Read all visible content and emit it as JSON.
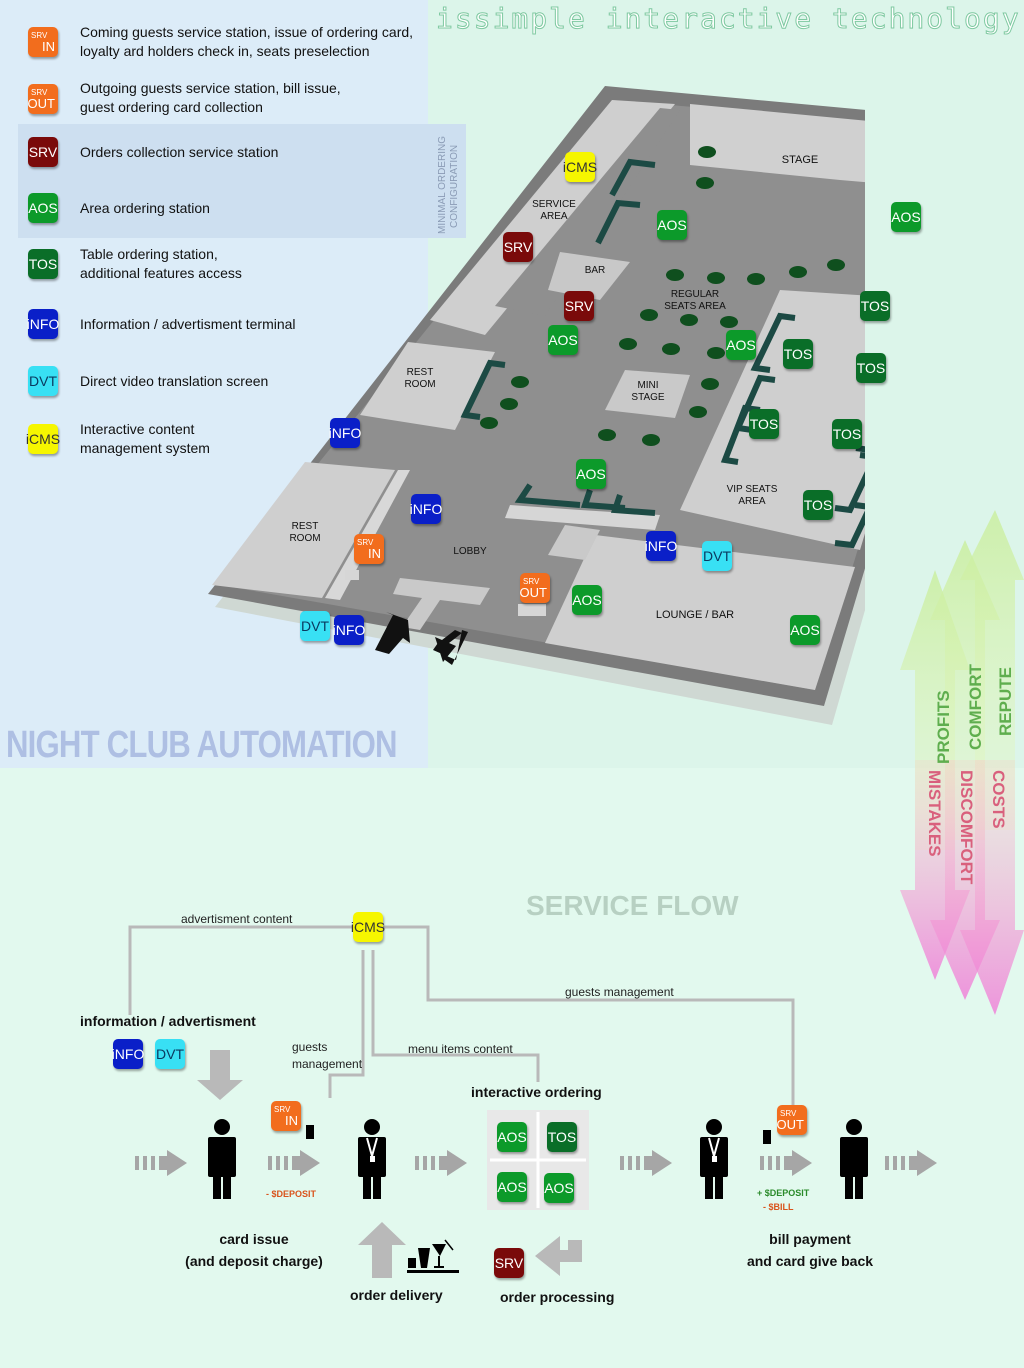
{
  "brand": "issimple interactive technology",
  "title": "NIGHT CLUB AUTOMATION",
  "config_label": [
    "MINIMAL ORDERING",
    "CONFIGURATION"
  ],
  "legend": [
    {
      "badge": "srv-in",
      "sub": "SRV",
      "main": "IN",
      "lines": [
        "Coming guests service station, issue of ordering card,",
        "loyalty ard holders check in, seats preselection"
      ]
    },
    {
      "badge": "srv-out",
      "sub": "SRV",
      "main": "OUT",
      "lines": [
        "Outgoing guests service station, bill issue,",
        "guest ordering card collection"
      ]
    },
    {
      "badge": "srv",
      "main": "SRV",
      "lines": [
        "Orders collection service station"
      ]
    },
    {
      "badge": "aos",
      "main": "AOS",
      "lines": [
        "Area ordering station"
      ]
    },
    {
      "badge": "tos",
      "main": "TOS",
      "lines": [
        "Table ordering station,",
        "additional features access"
      ]
    },
    {
      "badge": "info",
      "main": "iNFO",
      "lines": [
        "Information / advertisment terminal"
      ]
    },
    {
      "badge": "dvt",
      "main": "DVT",
      "lines": [
        "Direct video translation screen"
      ]
    },
    {
      "badge": "icms",
      "main": "iCMS",
      "lines": [
        "Interactive content",
        "management system"
      ]
    }
  ],
  "map_labels": {
    "stage": "STAGE",
    "service_area": [
      "SERVICE",
      "AREA"
    ],
    "bar": "BAR",
    "regular": [
      "REGULAR",
      "SEATS AREA"
    ],
    "mini_stage": [
      "MINI",
      "STAGE"
    ],
    "rest_room_1": [
      "REST",
      "ROOM"
    ],
    "rest_room_2": [
      "REST",
      "ROOM"
    ],
    "lobby": "LOBBY",
    "vip": [
      "VIP SEATS",
      "AREA"
    ],
    "lounge": "LOUNGE / BAR"
  },
  "badges": {
    "srv_sub": "SRV",
    "in": "IN",
    "out": "OUT",
    "srv": "SRV",
    "aos": "AOS",
    "tos": "TOS",
    "info": "iNFO",
    "dvt": "DVT",
    "icms": "iCMS"
  },
  "arrows_side": {
    "up": [
      "PROFITS",
      "COMFORT",
      "REPUTE"
    ],
    "down": [
      "MISTAKES",
      "DISCOMFORT",
      "COSTS"
    ]
  },
  "flow": {
    "title": "SERVICE FLOW",
    "advert_content": "advertisment content",
    "guests_management_top": "guests management",
    "guests_management_left": [
      "guests",
      "management"
    ],
    "menu_items_content": "menu items content",
    "info_advert": "information / advertisment",
    "interactive_ordering": "interactive ordering",
    "card_issue": [
      "card issue",
      "(and deposit charge)"
    ],
    "bill_payment": [
      "bill payment",
      "and card give back"
    ],
    "order_delivery": "order delivery",
    "order_processing": "order processing",
    "deposit_minus": "- $DEPOSIT",
    "deposit_plus": "+ $DEPOSIT",
    "bill_minus": "- $BILL"
  },
  "colors": {
    "srv_in_out": "#f26d1d",
    "srv": "#7a0a0a",
    "aos": "#0c9a2a",
    "tos": "#0a6e28",
    "info": "#0a1fc8",
    "dvt": "#38e0f4",
    "icms": "#f6f600"
  }
}
